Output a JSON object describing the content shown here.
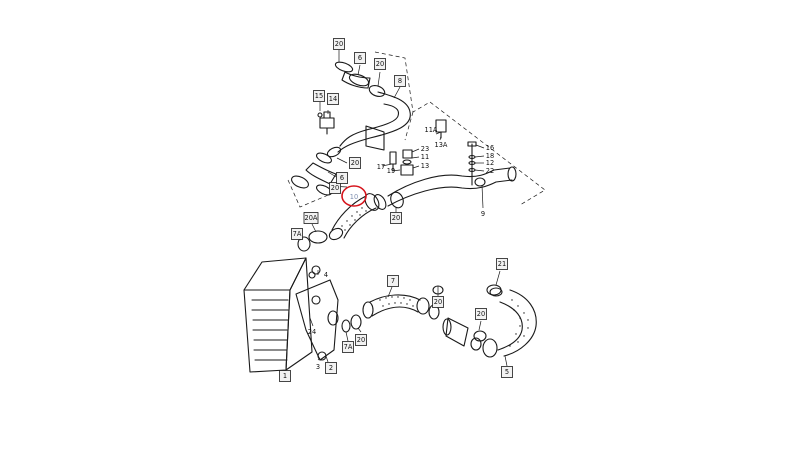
{
  "diagram": {
    "highlight_color": "#d6141c",
    "highlighted_callout": "10",
    "callouts": [
      {
        "id": "c20a",
        "label": "20"
      },
      {
        "id": "c6a",
        "label": "6"
      },
      {
        "id": "c20b",
        "label": "20"
      },
      {
        "id": "c8",
        "label": "8"
      },
      {
        "id": "c15",
        "label": "15"
      },
      {
        "id": "c14",
        "label": "14"
      },
      {
        "id": "c20c",
        "label": "20"
      },
      {
        "id": "c20d",
        "label": "20"
      },
      {
        "id": "c6b",
        "label": "6"
      },
      {
        "id": "c17",
        "label": "17"
      },
      {
        "id": "c19",
        "label": "19"
      },
      {
        "id": "c23",
        "label": "23"
      },
      {
        "id": "c11",
        "label": "11"
      },
      {
        "id": "c13",
        "label": "13"
      },
      {
        "id": "c11A",
        "label": "11A"
      },
      {
        "id": "c13A",
        "label": "13A"
      },
      {
        "id": "c16",
        "label": "16"
      },
      {
        "id": "c18",
        "label": "18"
      },
      {
        "id": "c12",
        "label": "12"
      },
      {
        "id": "c22",
        "label": "22"
      },
      {
        "id": "c10",
        "label": "10"
      },
      {
        "id": "c20e",
        "label": "20"
      },
      {
        "id": "c9",
        "label": "9"
      },
      {
        "id": "c20A",
        "label": "20A"
      },
      {
        "id": "c7Aa",
        "label": "7A"
      },
      {
        "id": "c7",
        "label": "7"
      },
      {
        "id": "c4",
        "label": "4"
      },
      {
        "id": "c21",
        "label": "21"
      },
      {
        "id": "c20f",
        "label": "20"
      },
      {
        "id": "c20g",
        "label": "20"
      },
      {
        "id": "c24",
        "label": "24"
      },
      {
        "id": "c7Ab",
        "label": "7A"
      },
      {
        "id": "c20h",
        "label": "20"
      },
      {
        "id": "c3",
        "label": "3"
      },
      {
        "id": "c2",
        "label": "2"
      },
      {
        "id": "c1",
        "label": "1"
      },
      {
        "id": "c5",
        "label": "5"
      }
    ]
  }
}
